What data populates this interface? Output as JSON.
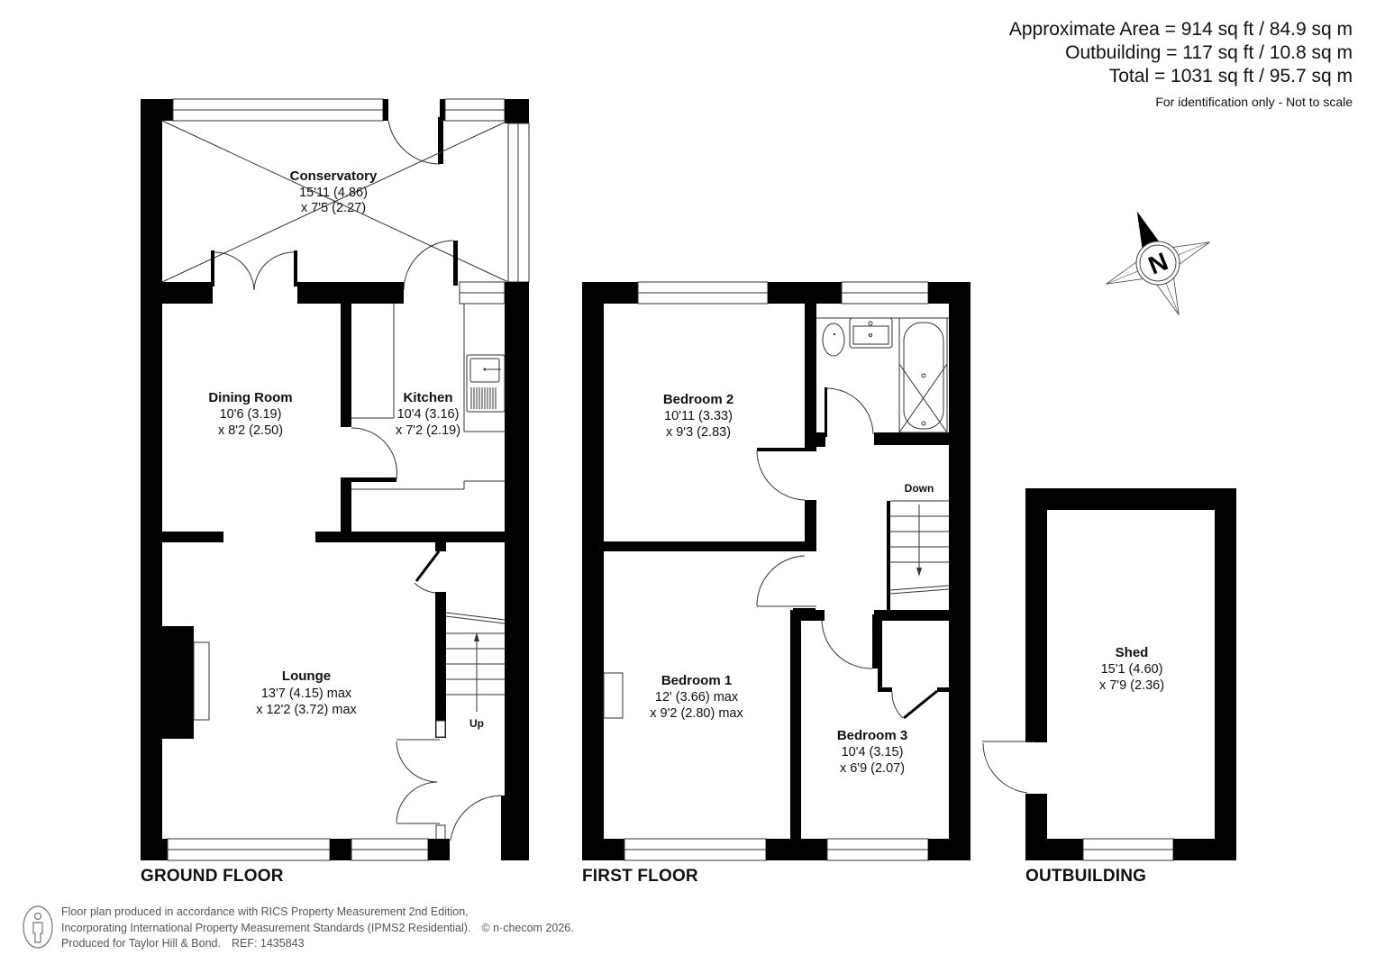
{
  "area_summary": {
    "approximate_area": "Approximate Area = 914 sq ft / 84.9 sq m",
    "outbuilding": "Outbuilding = 117 sq ft / 10.8 sq m",
    "total": "Total = 1031 sq ft / 95.7 sq m",
    "note": "For identification only - Not to scale"
  },
  "compass": {
    "label": "N",
    "icon": "compass-north-icon"
  },
  "floors": {
    "ground": {
      "label": "GROUND FLOOR",
      "rooms": {
        "conservatory": {
          "name": "Conservatory",
          "dim1": "15'11 (4.86)",
          "dim2": "x 7'5 (2.27)"
        },
        "dining_room": {
          "name": "Dining Room",
          "dim1": "10'6 (3.19)",
          "dim2": "x 8'2 (2.50)"
        },
        "kitchen": {
          "name": "Kitchen",
          "dim1": "10'4 (3.16)",
          "dim2": "x 7'2 (2.19)"
        },
        "lounge": {
          "name": "Lounge",
          "dim1": "13'7 (4.15) max",
          "dim2": "x 12'2 (3.72) max"
        }
      },
      "stairs_label": "Up"
    },
    "first": {
      "label": "FIRST FLOOR",
      "rooms": {
        "bedroom2": {
          "name": "Bedroom 2",
          "dim1": "10'11 (3.33)",
          "dim2": "x 9'3 (2.83)"
        },
        "bedroom1": {
          "name": "Bedroom 1",
          "dim1": "12' (3.66) max",
          "dim2": "x 9'2 (2.80) max"
        },
        "bedroom3": {
          "name": "Bedroom 3",
          "dim1": "10'4 (3.15)",
          "dim2": "x 6'9 (2.07)"
        }
      },
      "stairs_label": "Down"
    },
    "outbuilding": {
      "label": "OUTBUILDING",
      "rooms": {
        "shed": {
          "name": "Shed",
          "dim1": "15'1 (4.60)",
          "dim2": "x 7'9 (2.36)"
        }
      }
    }
  },
  "footer": {
    "line1": "Floor plan produced in accordance with RICS Property Measurement 2nd Edition,",
    "line2": "Incorporating International Property Measurement Standards (IPMS2 Residential).",
    "copyright": "© n·checom 2026.",
    "line3": "Produced for Taylor Hill & Bond.",
    "ref": "REF: 1435843"
  }
}
